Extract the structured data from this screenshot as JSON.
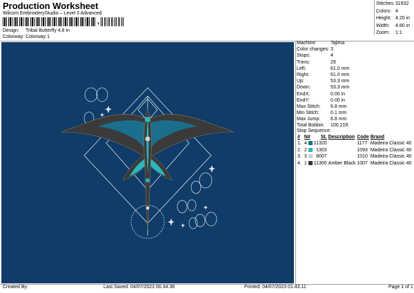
{
  "header": {
    "title": "Production Worksheet",
    "subtitle": "Wilcom EmbroideryStudio – Level 3 Advanced",
    "barcode_sep": ",",
    "design_label": "Design:",
    "design_value": "Tribal Butterfly 4,8 in",
    "colorway_label": "Colorway:",
    "colorway_value": "Colorway 1"
  },
  "stats": [
    {
      "label": "Stitches:",
      "value": "31932"
    },
    {
      "label": "Colors:",
      "value": "4"
    },
    {
      "label": "Height:",
      "value": "4.20 in"
    },
    {
      "label": "Width:",
      "value": "4.80 in"
    },
    {
      "label": "Zoom:",
      "value": "1:1"
    }
  ],
  "spec": [
    {
      "label": "Machine:",
      "value": "Tajima"
    },
    {
      "label": "Color changes:",
      "value": "3"
    },
    {
      "label": "Stops:",
      "value": "4"
    },
    {
      "label": "Trims:",
      "value": "29"
    },
    {
      "label": "Left:",
      "value": "61.0 mm"
    },
    {
      "label": "Right:",
      "value": "61.0 mm"
    },
    {
      "label": "Up:",
      "value": "53.3 mm"
    },
    {
      "label": "Down:",
      "value": "53.3 mm"
    },
    {
      "label": "EndX:",
      "value": "0.00 in"
    },
    {
      "label": "EndY:",
      "value": "0.00 in"
    },
    {
      "label": "Max Stitch:",
      "value": "6.8 mm"
    },
    {
      "label": "Min Stitch:",
      "value": "0.1 mm"
    },
    {
      "label": "Max Jump:",
      "value": "6.8 mm"
    },
    {
      "label": "Total Bobbin:",
      "value": "100.21ft"
    }
  ],
  "stop_sequence": {
    "title": "Stop Sequence:",
    "headers": [
      "#",
      "N#",
      "St.",
      "Description",
      "Code",
      "Brand"
    ],
    "rows": [
      {
        "n": "1.",
        "num": "4",
        "color": "#1c6f8c",
        "stitches": "11320",
        "description": "",
        "code": "1177",
        "brand": "Madeira Classic 40"
      },
      {
        "n": "2.",
        "num": "2",
        "color": "#2ab7bf",
        "stitches": "1303",
        "description": "",
        "code": "1093",
        "brand": "Madeira Classic 40"
      },
      {
        "n": "3.",
        "num": "3",
        "color": "#cfd3d6",
        "stitches": "8007",
        "description": "",
        "code": "1010",
        "brand": "Madeira Classic 40"
      },
      {
        "n": "4.",
        "num": "1",
        "color": "#3a3a3a",
        "stitches": "11300",
        "description": "Amber Black",
        "code": "1007",
        "brand": "Madeira Classic 40"
      }
    ]
  },
  "footer": {
    "created_by": "Created By:",
    "last_saved": "Last Saved: 04/07/2023 00.34.38",
    "printed": "Printed: 04/07/2023 01.43.11",
    "page": "Page 1 of 1"
  },
  "colors": {
    "background": "#0f3c68",
    "thread_teal": "#2ab7bf",
    "thread_dark": "#3a3a3a",
    "outline": "#dfe6ee"
  }
}
